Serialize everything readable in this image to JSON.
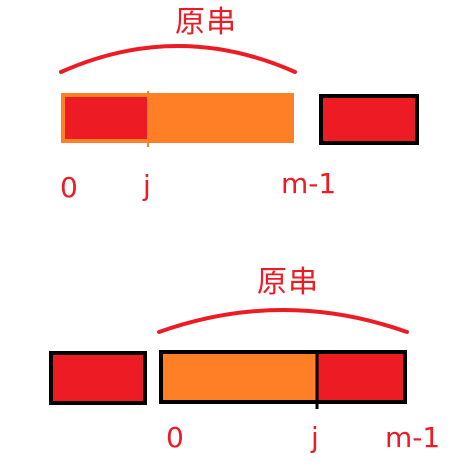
{
  "top": {
    "label": "原串",
    "index_start": "0",
    "index_j": "j",
    "index_end": "m-1"
  },
  "bottom": {
    "label": "原串",
    "index_start": "0",
    "index_j": "j",
    "index_end": "m-1"
  },
  "colors": {
    "red": "#ed1c24",
    "orange": "#ff7f27",
    "black": "#000000"
  }
}
